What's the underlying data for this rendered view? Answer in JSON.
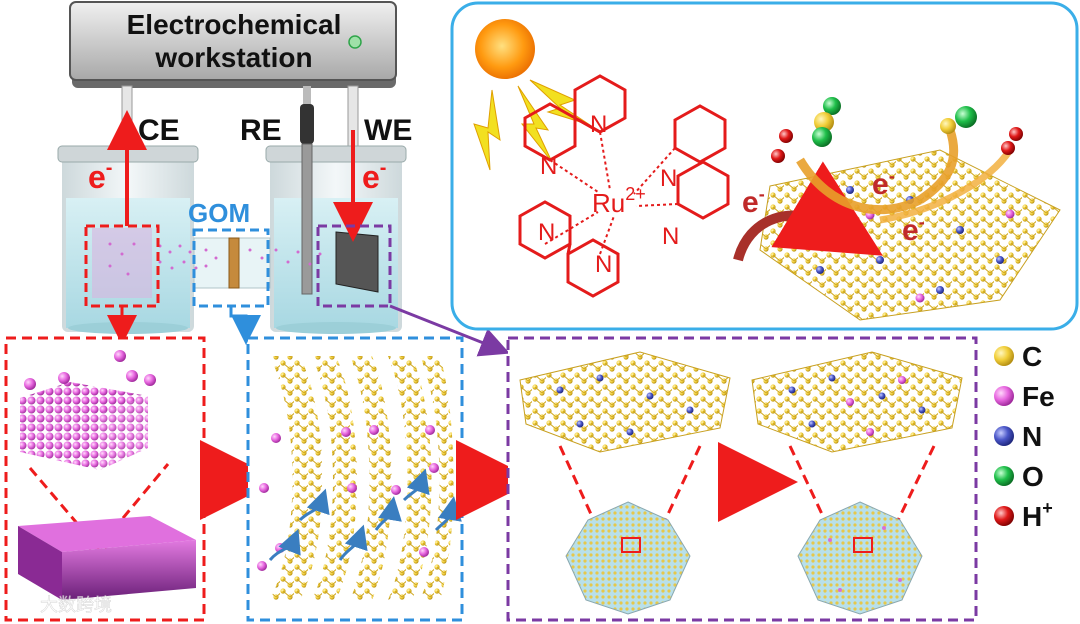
{
  "workstation": {
    "line1": "Electrochemical",
    "line2": "workstation"
  },
  "electrodes": {
    "ce": "CE",
    "re": "RE",
    "we": "WE"
  },
  "membrane": {
    "label": "GOM"
  },
  "electron": {
    "symbol": "e",
    "charge": "-"
  },
  "complex": {
    "metal": "Ru",
    "charge": "2+",
    "nitrogen": "N"
  },
  "legend": [
    {
      "label": "C",
      "color": "#f2cf3a"
    },
    {
      "label": "Fe",
      "color": "#e868e0"
    },
    {
      "label": "N",
      "color": "#4a56c8"
    },
    {
      "label": "O",
      "color": "#1fbf4a"
    },
    {
      "label": "H",
      "sup": "+",
      "color": "#e01818"
    }
  ],
  "watermark": {
    "text": "大数跨境"
  },
  "colors": {
    "red": "#ee1c1c",
    "blue": "#2f8fdc",
    "purple": "#7b3aa3",
    "panel_border": "#3aaee8"
  }
}
